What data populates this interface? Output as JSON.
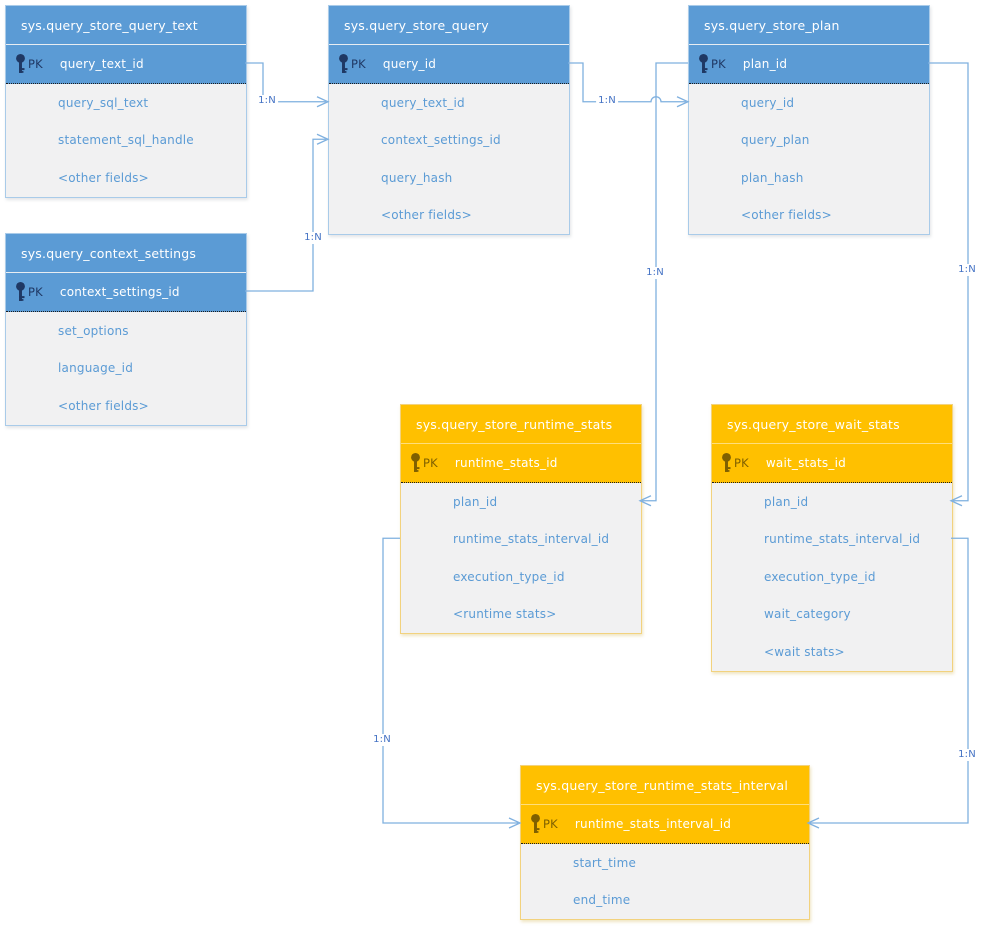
{
  "colors": {
    "blue_header": "#5B9BD5",
    "orange_header": "#FFC000",
    "body_background": "#F1F1F2",
    "field_text": "#5B9BD5",
    "connector_line": "#7FB0DF",
    "cardinality_text": "#4472C4",
    "pk_icon_blue": "#1F3864",
    "pk_icon_orange": "#7F6000"
  },
  "tables": {
    "query_text": {
      "title": "sys.query_store_query_text",
      "theme": "blue",
      "pk_label": "PK",
      "pk_field": "query_text_id",
      "fields": [
        "query_sql_text",
        "statement_sql_handle",
        "<other fields>"
      ]
    },
    "query": {
      "title": "sys.query_store_query",
      "theme": "blue",
      "pk_label": "PK",
      "pk_field": "query_id",
      "fields": [
        "query_text_id",
        "context_settings_id",
        "query_hash",
        "<other fields>"
      ]
    },
    "plan": {
      "title": "sys.query_store_plan",
      "theme": "blue",
      "pk_label": "PK",
      "pk_field": "plan_id",
      "fields": [
        "query_id",
        "query_plan",
        "plan_hash",
        "<other fields>"
      ]
    },
    "context_settings": {
      "title": "sys.query_context_settings",
      "theme": "blue",
      "pk_label": "PK",
      "pk_field": "context_settings_id",
      "fields": [
        "set_options",
        "language_id",
        "<other fields>"
      ]
    },
    "runtime_stats": {
      "title": "sys.query_store_runtime_stats",
      "theme": "orange",
      "pk_label": "PK",
      "pk_field": "runtime_stats_id",
      "fields": [
        "plan_id",
        "runtime_stats_interval_id",
        "execution_type_id",
        "<runtime stats>"
      ]
    },
    "wait_stats": {
      "title": "sys.query_store_wait_stats",
      "theme": "orange",
      "pk_label": "PK",
      "pk_field": "wait_stats_id",
      "fields": [
        "plan_id",
        "runtime_stats_interval_id",
        "execution_type_id",
        "wait_category",
        "<wait stats>"
      ]
    },
    "runtime_stats_interval": {
      "title": "sys.query_store_runtime_stats_interval",
      "theme": "orange",
      "pk_label": "PK",
      "pk_field": "runtime_stats_interval_id",
      "fields": [
        "start_time",
        "end_time"
      ]
    }
  },
  "relationships": [
    {
      "label": "1:N",
      "from": "sys.query_store_query_text.query_text_id",
      "to": "sys.query_store_query.query_text_id"
    },
    {
      "label": "1:N",
      "from": "sys.query_context_settings.context_settings_id",
      "to": "sys.query_store_query.context_settings_id"
    },
    {
      "label": "1:N",
      "from": "sys.query_store_query.query_id",
      "to": "sys.query_store_plan.query_id"
    },
    {
      "label": "1:N",
      "from": "sys.query_store_plan.plan_id",
      "to": "sys.query_store_runtime_stats.plan_id"
    },
    {
      "label": "1:N",
      "from": "sys.query_store_plan.plan_id",
      "to": "sys.query_store_wait_stats.plan_id"
    },
    {
      "label": "1:N",
      "from": "sys.query_store_runtime_stats.runtime_stats_interval_id",
      "to": "sys.query_store_runtime_stats_interval.runtime_stats_interval_id"
    },
    {
      "label": "1:N",
      "from": "sys.query_store_wait_stats.runtime_stats_interval_id",
      "to": "sys.query_store_runtime_stats_interval.runtime_stats_interval_id"
    }
  ]
}
